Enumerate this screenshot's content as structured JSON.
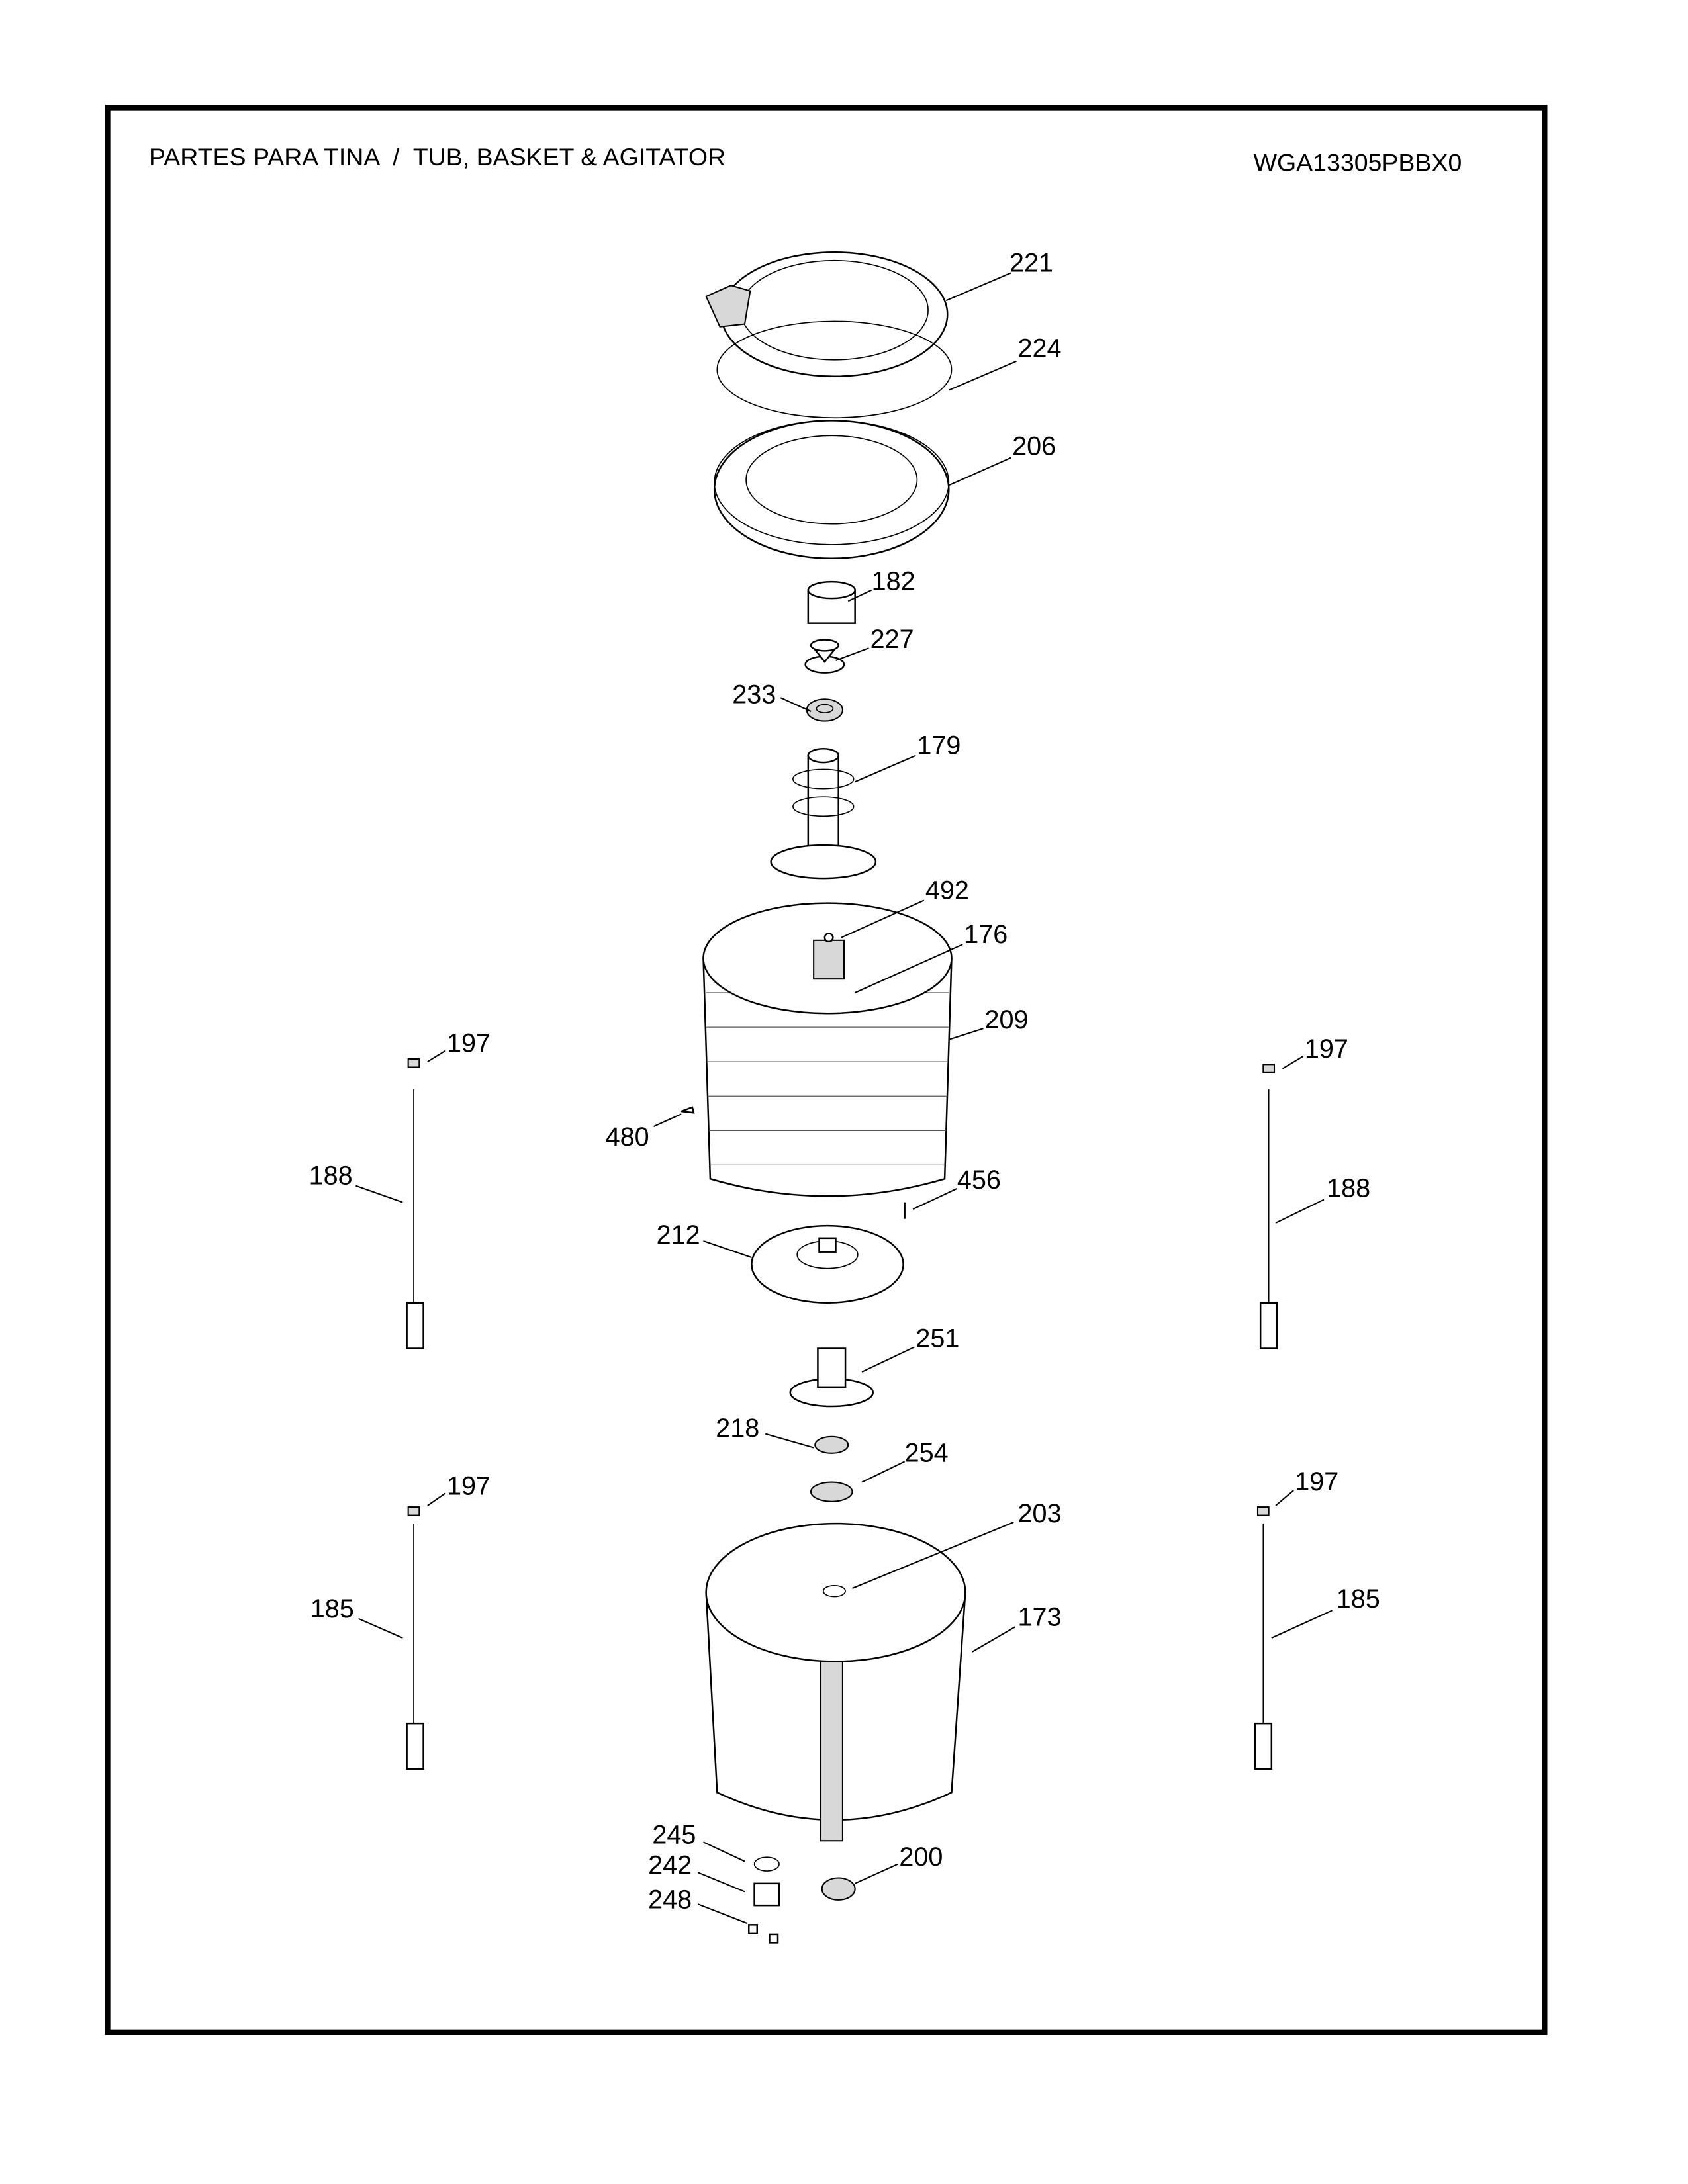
{
  "header": {
    "title": "PARTES PARA TINA  /  TUB, BASKET & AGITATOR",
    "model": "WGA13305PBBX0"
  },
  "callouts": [
    {
      "label": "221"
    },
    {
      "label": "224"
    },
    {
      "label": "206"
    },
    {
      "label": "182"
    },
    {
      "label": "227"
    },
    {
      "label": "233"
    },
    {
      "label": "179"
    },
    {
      "label": "492"
    },
    {
      "label": "176"
    },
    {
      "label": "209"
    },
    {
      "label": "197"
    },
    {
      "label": "197"
    },
    {
      "label": "480"
    },
    {
      "label": "188"
    },
    {
      "label": "188"
    },
    {
      "label": "456"
    },
    {
      "label": "212"
    },
    {
      "label": "251"
    },
    {
      "label": "218"
    },
    {
      "label": "254"
    },
    {
      "label": "203"
    },
    {
      "label": "173"
    },
    {
      "label": "197"
    },
    {
      "label": "197"
    },
    {
      "label": "185"
    },
    {
      "label": "185"
    },
    {
      "label": "245"
    },
    {
      "label": "242"
    },
    {
      "label": "248"
    },
    {
      "label": "200"
    }
  ]
}
